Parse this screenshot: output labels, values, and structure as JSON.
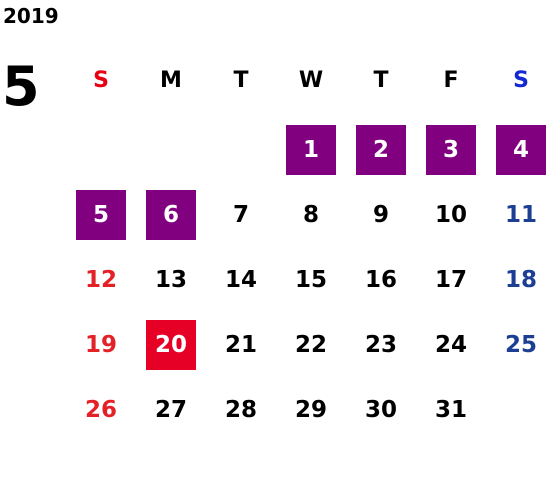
{
  "calendar": {
    "year": "2019",
    "month": "5",
    "weekdays": [
      {
        "label": "S",
        "color": "#e60012"
      },
      {
        "label": "M",
        "color": "#000000"
      },
      {
        "label": "T",
        "color": "#000000"
      },
      {
        "label": "W",
        "color": "#000000"
      },
      {
        "label": "T",
        "color": "#000000"
      },
      {
        "label": "F",
        "color": "#000000"
      },
      {
        "label": "S",
        "color": "#1428d2"
      }
    ],
    "first_weekday_index": 3,
    "days": [
      "1",
      "2",
      "3",
      "4",
      "5",
      "6",
      "7",
      "8",
      "9",
      "10",
      "11",
      "12",
      "13",
      "14",
      "15",
      "16",
      "17",
      "18",
      "19",
      "20",
      "21",
      "22",
      "23",
      "24",
      "25",
      "26",
      "27",
      "28",
      "29",
      "30",
      "31"
    ],
    "holidays_purple": [
      "1",
      "2",
      "3",
      "4",
      "5",
      "6"
    ],
    "highlight_red": [
      "20"
    ],
    "colors": {
      "sunday": "#e32228",
      "saturday": "#1c3f94",
      "weekday": "#000000",
      "holiday_bg": "#800080",
      "highlight_bg": "#e60026"
    }
  }
}
